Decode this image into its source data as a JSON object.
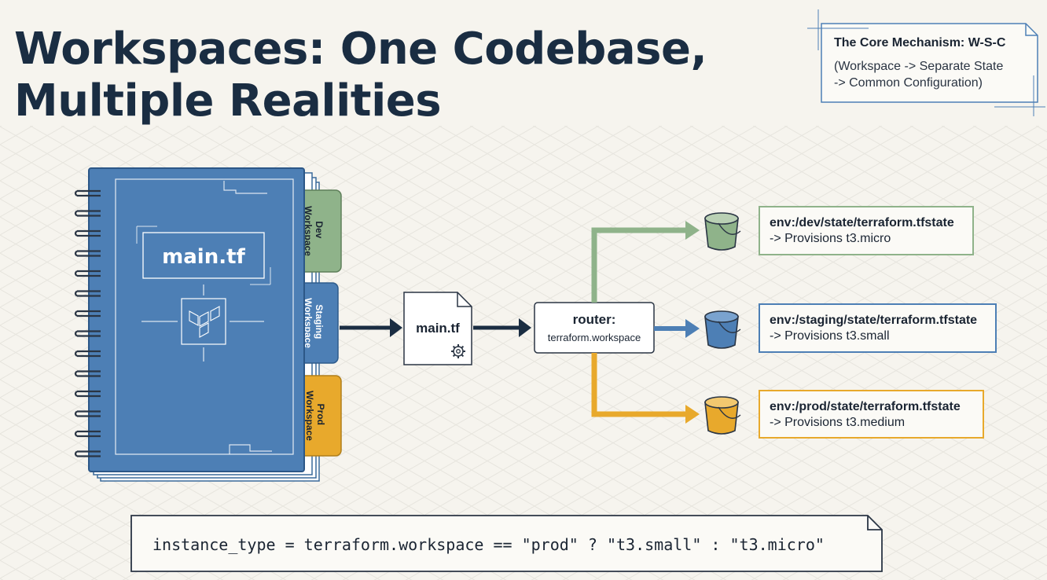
{
  "title": {
    "line1": "Workspaces: One Codebase,",
    "line2": "Multiple Realities"
  },
  "core_mechanism": {
    "title": "The Core Mechanism: W-S-C",
    "line1": "(Workspace -> Separate State",
    "line2": "-> Common Configuration)"
  },
  "notebook": {
    "title": "main.tf",
    "icon": "terraform-logo-icon",
    "tabs": [
      {
        "line1": "Dev",
        "line2": "Workspace",
        "color": "#8fb38a"
      },
      {
        "line1": "Staging",
        "line2": "Workspace",
        "color": "#4d7fb5"
      },
      {
        "line1": "Prod",
        "line2": "Workspace",
        "color": "#e8a92c"
      }
    ]
  },
  "file_node": {
    "label": "main.tf",
    "icon": "gear-icon"
  },
  "router": {
    "title": "router:",
    "subtitle": "terraform.workspace"
  },
  "states": [
    {
      "path": "env:/dev/state/terraform.tfstate",
      "provision": "-> Provisions t3.micro",
      "color": "#8fb38a"
    },
    {
      "path": "env:/staging/state/terraform.tfstate",
      "provision": "-> Provisions t3.small",
      "color": "#4d7fb5"
    },
    {
      "path": "env:/prod/state/terraform.tfstate",
      "provision": "-> Provisions t3.medium",
      "color": "#e8a92c"
    }
  ],
  "code": "instance_type = terraform.workspace == \"prod\" ? \"t3.small\" : \"t3.micro\"",
  "colors": {
    "navy": "#1a2d42",
    "notebook_blue": "#4d7fb5",
    "dev_green": "#8fb38a",
    "staging_blue": "#4d7fb5",
    "prod_amber": "#e8a92c"
  }
}
